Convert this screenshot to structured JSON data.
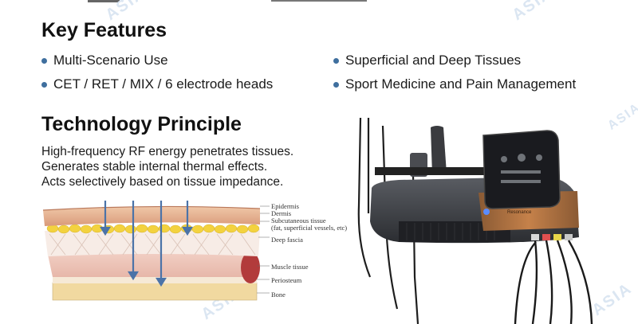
{
  "header": {
    "title": "Key Features"
  },
  "features": {
    "left": [
      "Multi-Scenario Use",
      "CET / RET / MIX  / 6 electrode heads"
    ],
    "right": [
      "Superficial and Deep Tissues",
      "Sport Medicine and Pain Management"
    ]
  },
  "principle": {
    "title": "Technology Principle",
    "lines": [
      "High-frequency RF energy penetrates tissues.",
      "Generates stable internal thermal effects.",
      "Acts selectively based on tissue impedance."
    ]
  },
  "diagram": {
    "labels": {
      "epidermis": "Epidermis",
      "dermis": "Dermis",
      "subcutaneous": "Subcutaneous tissue",
      "subcutaneous_detail": "(fat, superficial vessels, etc)",
      "deep_fascia": "Deep fascia",
      "muscle": "Muscle tissue",
      "periosteum": "Periosteum",
      "bone": "Bone"
    }
  },
  "colors": {
    "bullet": "#3f6f9e",
    "arrow": "#4b73a8",
    "device_accent": "#c5814a",
    "power_light": "#5a8cff"
  },
  "watermark": "ASIA",
  "device": {
    "brand_text": "Resonance"
  }
}
